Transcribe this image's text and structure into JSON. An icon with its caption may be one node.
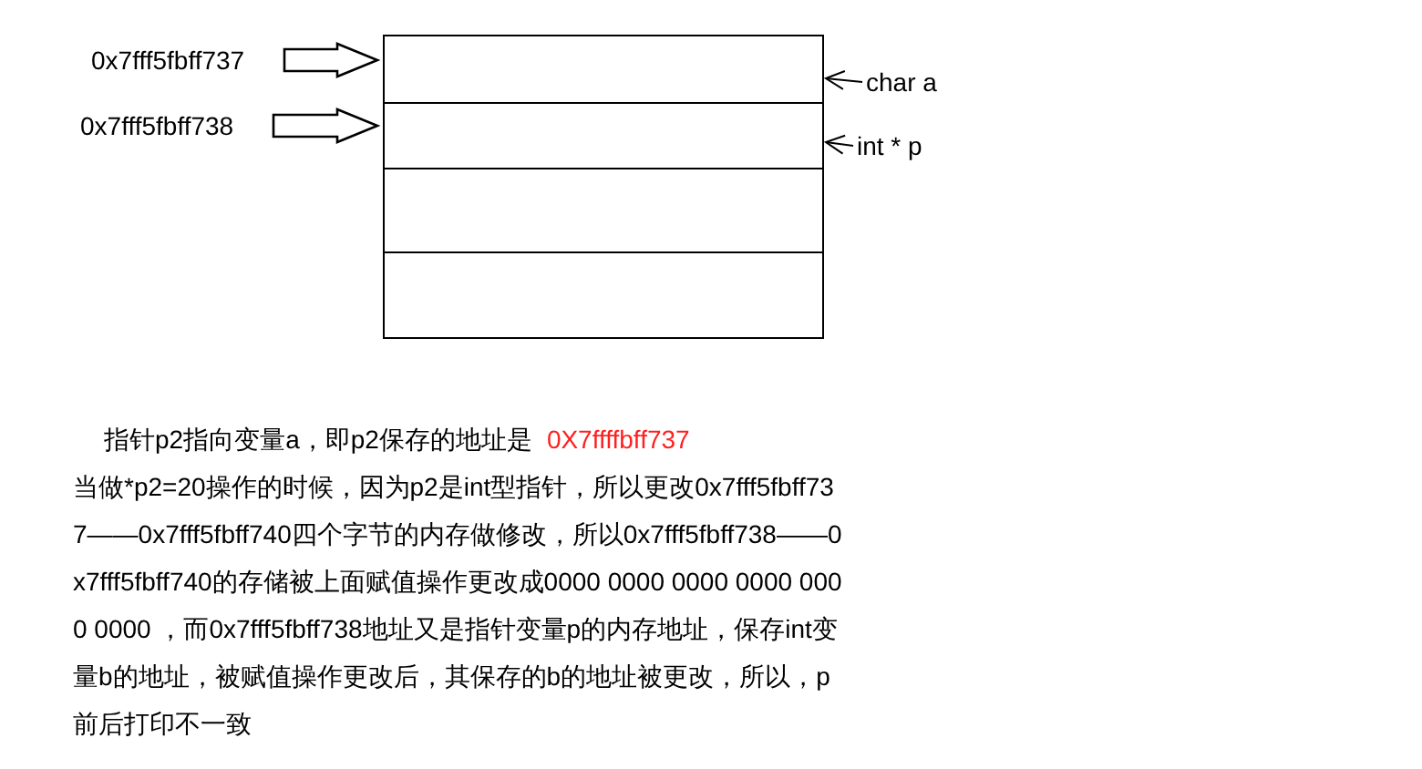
{
  "diagram": {
    "nodes": [
      {
        "text": [
          "0x7fff5fbff737"
        ]
      },
      {
        "text": [
          "0x7fff5fbff738"
        ]
      },
      {
        "text": [],
        "shape": "box"
      },
      {
        "text": [],
        "shape": "box"
      },
      {
        "text": [],
        "shape": "box"
      },
      {
        "text": [],
        "shape": "box"
      },
      {
        "text": [
          "char a"
        ]
      },
      {
        "text": [
          "int * p"
        ]
      }
    ],
    "edges": [
      {
        "from": 0,
        "to": 2,
        "arrow": "to",
        "style": "thick"
      },
      {
        "from": 1,
        "to": 3,
        "arrow": "to",
        "style": "thick"
      },
      {
        "from": 6,
        "to": 2,
        "arrow": "to"
      },
      {
        "from": 7,
        "to": 3,
        "arrow": "to"
      }
    ],
    "labels": [
      "指针p2指向变量a，即p2保存的地址是",
      "0X7ffffbff737",
      "当做*p2=20操作的时候，因为p2是int型指针，所以更改0x7fff5fbff737——0x7fff5fbff740四个字节的内存做修改，所以0x7fff5fbff738——0x7fff5fbff740的存储被上面赋值操作更改成0000 0000 0000 0000 0000 0000 ，而0x7fff5fbff738地址又是指针变量p的内存地址，保存int变量b的地址，被赋值操作更改后，其保存的b的地址被更改，所以，p前后打印不一致"
    ]
  }
}
